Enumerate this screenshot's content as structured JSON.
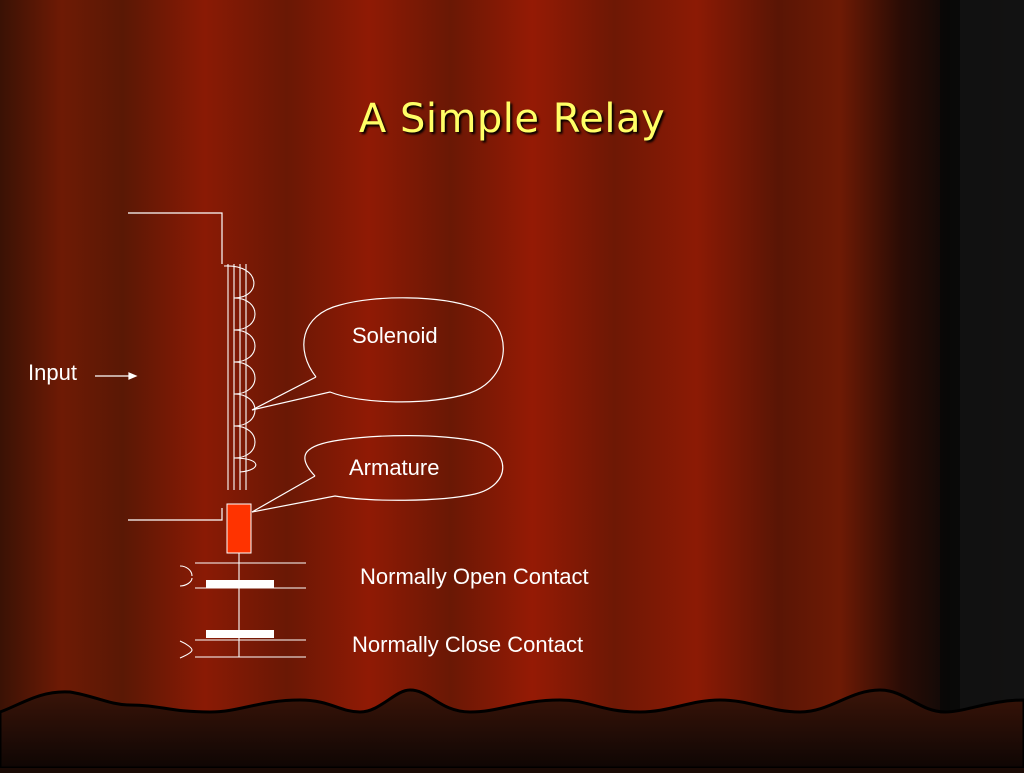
{
  "slide": {
    "title": "A Simple Relay",
    "labels": {
      "input": "Input",
      "solenoid": "Solenoid",
      "armature": "Armature",
      "normally_open": "Normally Open Contact",
      "normally_close": "Normally Close Contact"
    },
    "colors": {
      "title": "#ffff66",
      "armature": "#ff3300",
      "curtain_dark": "#4a1405",
      "curtain_light": "#9a1a05"
    }
  }
}
